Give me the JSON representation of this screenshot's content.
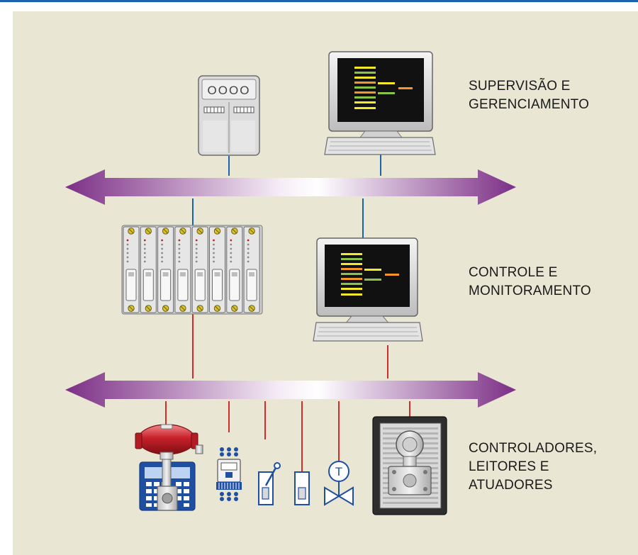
{
  "colors": {
    "background": "#e9e6d3",
    "top_rule": "#1b63b0",
    "blue_link": "#1b63b0",
    "red_link": "#d42a2a",
    "bus_dark": "#7c2f86",
    "bus_light": "#ffffff",
    "screen_bg": "#111111",
    "valve_red": "#c8202a"
  },
  "labels": {
    "level1": [
      "SUPERVISÃO E",
      "GERENCIAMENTO"
    ],
    "level2": [
      "CONTROLE E",
      "MONITORAMENTO"
    ],
    "level3": [
      "CONTROLADORES,",
      "LEITORES E",
      "ATUADORES"
    ]
  },
  "devices": {
    "server_display": "OOOO",
    "transmitter_symbol": "T"
  },
  "icons": [
    "server-icon",
    "workstation-icon",
    "plc-rack-icon",
    "control-valve-icon",
    "terminal-block-icon",
    "limit-switch-icon",
    "selector-switch-icon",
    "temperature-transmitter-icon",
    "pressure-transmitter-icon"
  ]
}
